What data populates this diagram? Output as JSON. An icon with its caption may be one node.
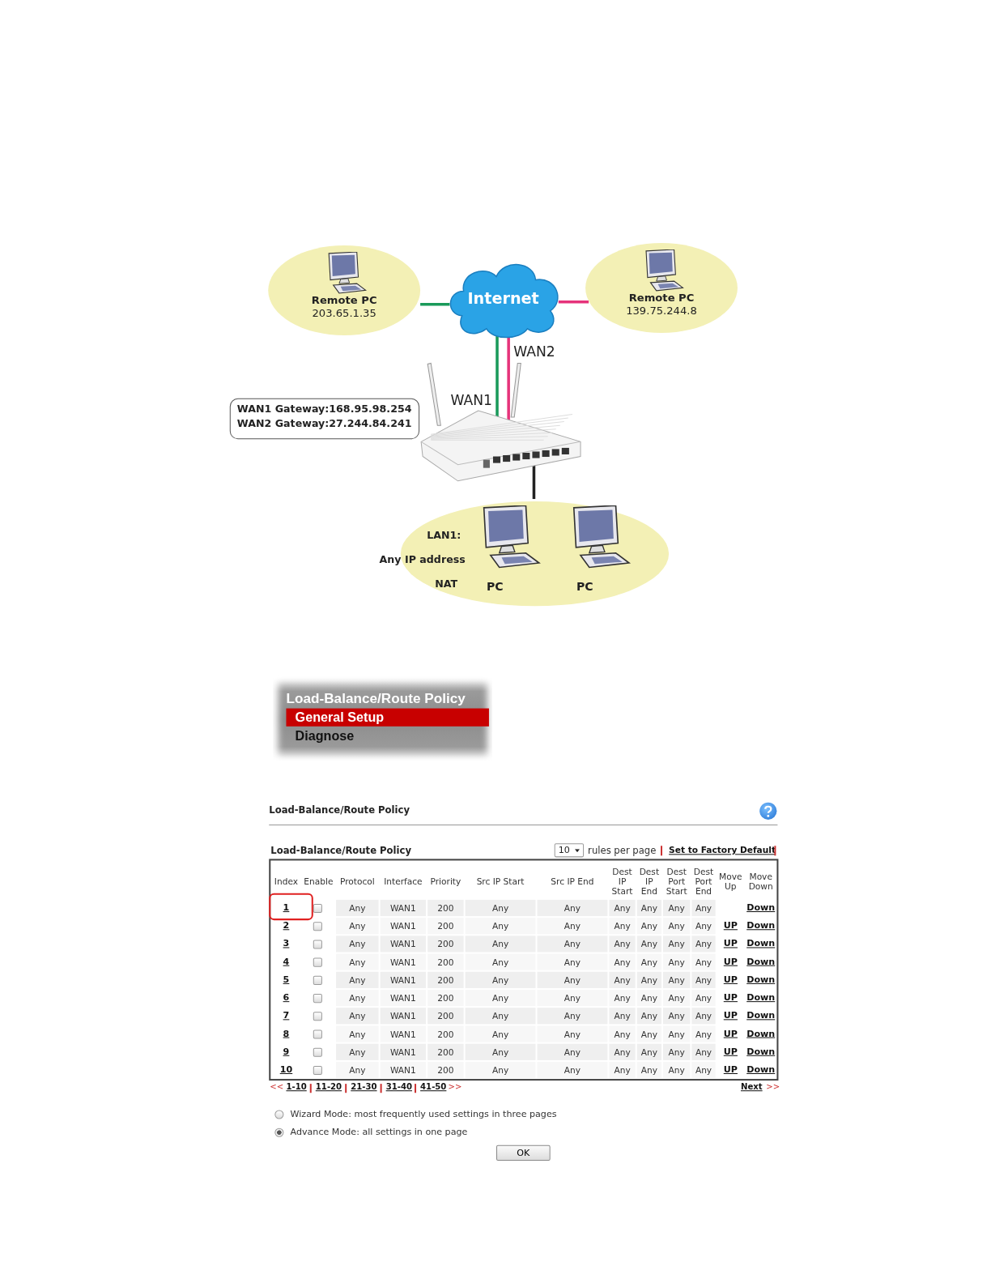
{
  "diagram": {
    "nodes": [
      {
        "text": [
          "Remote PC",
          "203.65.1.35"
        ]
      },
      {
        "text": [
          "Internet"
        ]
      },
      {
        "text": [
          "Remote PC",
          "139.75.244.8"
        ]
      },
      {
        "text": [],
        "shape": "picture"
      },
      {
        "text": [
          "WAN1 Gateway:168.95.98.254",
          "WAN2 Gateway:27.244.84.241"
        ]
      },
      {
        "text": [
          "LAN1:",
          "Any IP address",
          "NAT"
        ]
      },
      {
        "text": [
          "PC"
        ],
        "in": 5
      },
      {
        "text": [
          "PC"
        ],
        "in": 5
      }
    ],
    "edges": [
      {
        "from": 0,
        "to": 1,
        "arrow": "none",
        "color": "#1a9a5a"
      },
      {
        "from": 1,
        "to": 2,
        "arrow": "none",
        "color": "#e6337a"
      },
      {
        "from": 1,
        "to": 3,
        "arrow": "none",
        "label": "WAN1",
        "color": "#1a9a5a"
      },
      {
        "from": 1,
        "to": 3,
        "arrow": "none",
        "label": "WAN2",
        "color": "#e6337a"
      },
      {
        "from": 3,
        "to": 5,
        "arrow": "none",
        "color": "#222222"
      }
    ],
    "labels": [
      "Load-Balance/Route Policy",
      "General Setup",
      "Diagnose",
      "Load-Balance/Route Policy",
      "Load-Balance/Route Policy",
      "10",
      "rules per page",
      "Set to Factory Default",
      "Index",
      "Enable",
      "Protocol",
      "Interface",
      "Priority",
      "Src IP Start",
      "Src IP End",
      "Dest IP Start",
      "Dest IP End",
      "Dest Port Start",
      "Dest Port End",
      "Move Up",
      "Move Down",
      "1",
      "Any",
      "WAN1",
      "200",
      "Any",
      "Any",
      "Any",
      "Any",
      "Any",
      "Any",
      "Down",
      "2",
      "Any",
      "WAN1",
      "200",
      "Any",
      "Any",
      "Any",
      "Any",
      "Any",
      "Any",
      "UP",
      "Down",
      "3",
      "Any",
      "WAN1",
      "200",
      "Any",
      "Any",
      "Any",
      "Any",
      "Any",
      "Any",
      "UP",
      "Down",
      "4",
      "Any",
      "WAN1",
      "200",
      "Any",
      "Any",
      "Any",
      "Any",
      "Any",
      "Any",
      "UP",
      "Down",
      "5",
      "Any",
      "WAN1",
      "200",
      "Any",
      "Any",
      "Any",
      "Any",
      "Any",
      "Any",
      "UP",
      "Down",
      "6",
      "Any",
      "WAN1",
      "200",
      "Any",
      "Any",
      "Any",
      "Any",
      "Any",
      "Any",
      "UP",
      "Down",
      "7",
      "Any",
      "WAN1",
      "200",
      "Any",
      "Any",
      "Any",
      "Any",
      "Any",
      "Any",
      "UP",
      "Down",
      "8",
      "Any",
      "WAN1",
      "200",
      "Any",
      "Any",
      "Any",
      "Any",
      "Any",
      "Any",
      "UP",
      "Down",
      "9",
      "Any",
      "WAN1",
      "200",
      "Any",
      "Any",
      "Any",
      "Any",
      "Any",
      "Any",
      "UP",
      "Down",
      "10",
      "Any",
      "WAN1",
      "200",
      "Any",
      "Any",
      "Any",
      "Any",
      "Any",
      "Any",
      "UP",
      "Down",
      "<<",
      "1-10",
      "11-20",
      "21-30",
      "31-40",
      "41-50",
      ">>",
      "Next",
      ">>",
      "Wizard Mode: most frequently used settings in three pages",
      "Advance Mode: all settings in one page",
      "OK"
    ]
  }
}
